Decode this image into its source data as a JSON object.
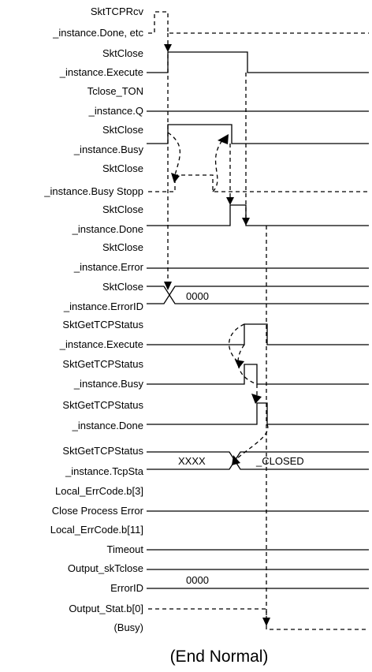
{
  "signals": [
    {
      "line1": "SktTCPRcv",
      "line2": "_instance.Done, etc"
    },
    {
      "line1": "SktClose",
      "line2": "_instance.Execute"
    },
    {
      "line1": "Tclose_TON",
      "line2": "_instance.Q"
    },
    {
      "line1": "SktClose",
      "line2": "_instance.Busy"
    },
    {
      "line1": "SktClose",
      "line2": "_instance.Busy Stopp"
    },
    {
      "line1": "SktClose",
      "line2": "_instance.Done"
    },
    {
      "line1": "SktClose",
      "line2": "_instance.Error"
    },
    {
      "line1": "SktClose",
      "line2": "_instance.ErrorID"
    },
    {
      "line1": "SktGetTCPStatus",
      "line2": "_instance.Execute"
    },
    {
      "line1": "SktGetTCPStatus",
      "line2": "_instance.Busy"
    },
    {
      "line1": "SktGetTCPStatus",
      "line2": "_instance.Done"
    },
    {
      "line1": "SktGetTCPStatus",
      "line2": "_instance.TcpSta"
    },
    {
      "line1": "Local_ErrCode.b[3]",
      "line2": "Close Process Error"
    },
    {
      "line1": "Local_ErrCode.b[11]",
      "line2": "Timeout"
    },
    {
      "line1": "Output_skTclose",
      "line2": "ErrorID"
    },
    {
      "line1": "Output_Stat.b[0]",
      "line2": "(Busy)"
    }
  ],
  "values": {
    "errorid": "0000",
    "tcpsta_before": "XXXX",
    "tcpsta_after": "_CLOSED",
    "output_errorid": "0000"
  },
  "caption": "(End Normal)"
}
